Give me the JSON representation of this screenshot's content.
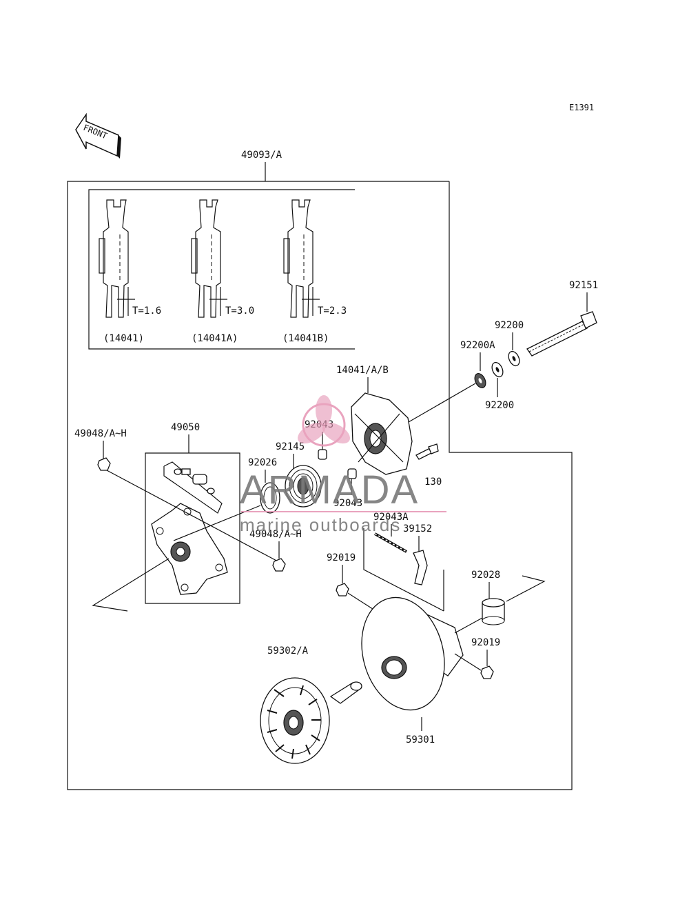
{
  "diagram_code": "E1391",
  "front_arrow": "FRONT",
  "labels": {
    "assembly": "49093/A",
    "bolt": "92151",
    "washer_top": "92200",
    "washer_a": "92200A",
    "washer_bottom": "92200",
    "cover": "14041/A/B",
    "pin_top": "92043",
    "spring": "92145",
    "ring": "92026",
    "nut_left": "49048/A~H",
    "spider": "49050",
    "pin_bottom": "92043",
    "screw": "130",
    "pin_a": "92043A",
    "nut_mid": "49048/A~H",
    "arm": "39152",
    "nut_92019_left": "92019",
    "bushing": "92028",
    "nut_92019_right": "92019",
    "fixed_sheave": "59302/A",
    "movable_sheave": "59301"
  },
  "inset": {
    "variants": [
      {
        "thickness": "T=1.6",
        "part": "(14041)"
      },
      {
        "thickness": "T=3.0",
        "part": "(14041A)"
      },
      {
        "thickness": "T=2.3",
        "part": "(14041B)"
      }
    ]
  },
  "watermark": {
    "brand": "ARMADA",
    "tagline": "marine outboards",
    "accent_color": "#e79ab8"
  }
}
